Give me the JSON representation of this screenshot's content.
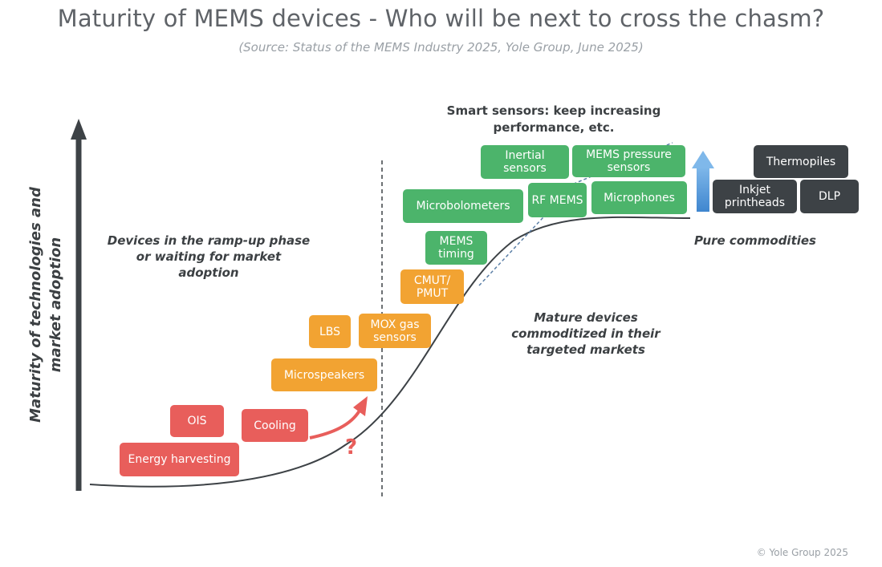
{
  "title": "Maturity of MEMS devices - Who will be next to cross the chasm?",
  "subtitle": "(Source: Status of the MEMS Industry 2025, Yole Group, June 2025)",
  "y_axis_label": "Maturity of technologies and market adoption",
  "notes": {
    "ramp_up": "Devices in the ramp-up phase or waiting for market adoption",
    "mature": "Mature devices commoditized in their targeted markets",
    "commodities": "Pure commodities",
    "smart_sensors": "Smart sensors: keep increasing performance, etc."
  },
  "question_mark": "?",
  "devices": {
    "energy_harvesting": "Energy harvesting",
    "ois": "OIS",
    "cooling": "Cooling",
    "microspeakers": "Microspeakers",
    "lbs": "LBS",
    "mox_gas_sensors": "MOX gas sensors",
    "cmut_pmut": "CMUT/ PMUT",
    "mems_timing": "MEMS timing",
    "microbolometers": "Microbolometers",
    "rf_mems": "RF MEMS",
    "inertial_sensors": "Inertial sensors",
    "mems_pressure_sensors": "MEMS pressure sensors",
    "microphones": "Microphones",
    "thermopiles": "Thermopiles",
    "inkjet_printheads": "Inkjet printheads",
    "dlp": "DLP"
  },
  "colors": {
    "ramp_up_devices": "#e85e5b",
    "crossing_devices": "#f2a332",
    "mature_devices": "#4cb46b",
    "commodity_devices": "#3d4246",
    "performance_arrow": "#5b9bd5"
  },
  "copyright": "© Yole Group 2025"
}
